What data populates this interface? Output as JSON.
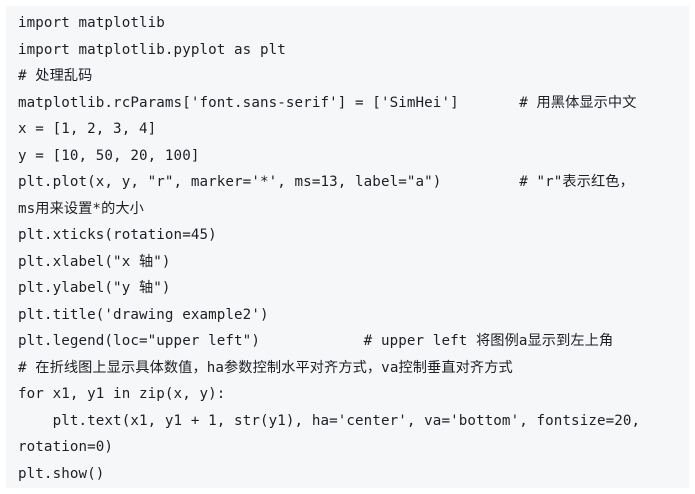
{
  "code": {
    "lines": [
      "import matplotlib",
      "import matplotlib.pyplot as plt",
      "# 处理乱码",
      "matplotlib.rcParams['font.sans-serif'] = ['SimHei']       # 用黑体显示中文",
      "x = [1, 2, 3, 4]",
      "y = [10, 50, 20, 100]",
      "plt.plot(x, y, \"r\", marker='*', ms=13, label=\"a\")         # \"r\"表示红色，",
      "ms用来设置*的大小",
      "plt.xticks(rotation=45)",
      "plt.xlabel(\"x 轴\")",
      "plt.ylabel(\"y 轴\")",
      "plt.title('drawing example2')",
      "plt.legend(loc=\"upper left\")            # upper left 将图例a显示到左上角",
      "# 在折线图上显示具体数值，ha参数控制水平对齐方式，va控制垂直对齐方式",
      "for x1, y1 in zip(x, y):",
      "    plt.text(x1, y1 + 1, str(y1), ha='center', va='bottom', fontsize=20,",
      "rotation=0)",
      "plt.show()"
    ]
  }
}
